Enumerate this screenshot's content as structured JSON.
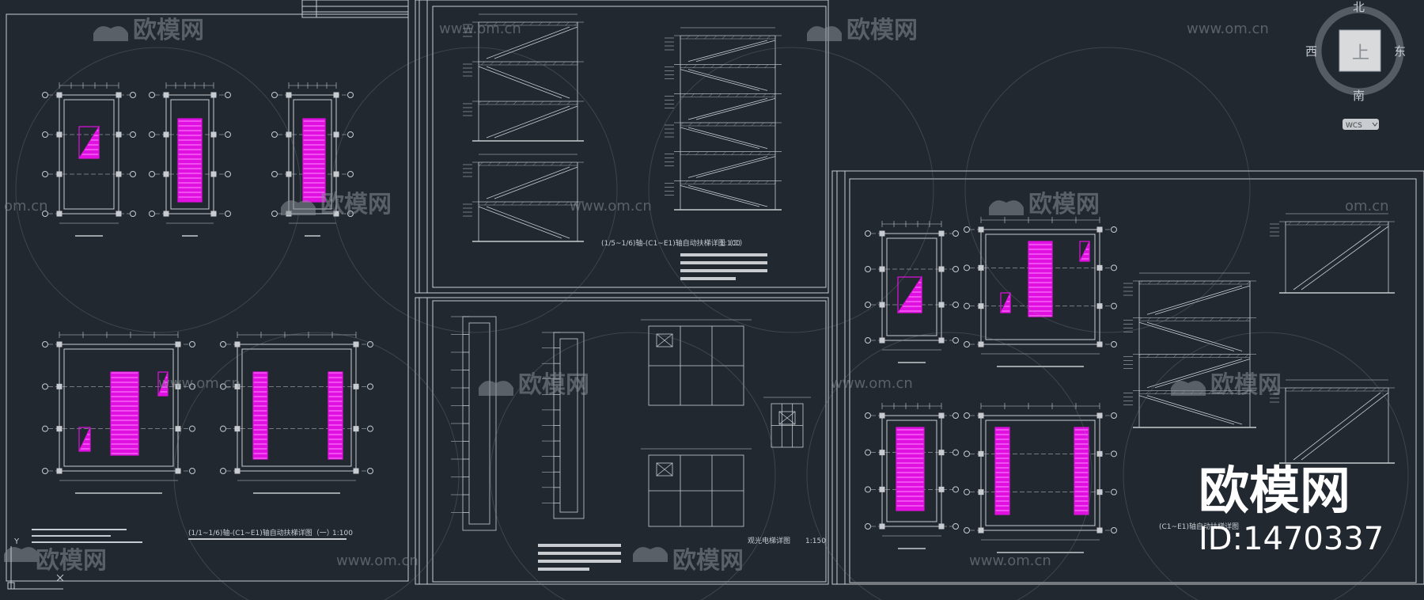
{
  "watermark": {
    "brand": "欧模网",
    "url": "www.om.cn",
    "url_partial": "om.cn",
    "big_brand": "欧模网",
    "id_label": "ID:1470337"
  },
  "viewcube": {
    "north": "北",
    "south": "南",
    "east": "东",
    "west": "西",
    "top": "上",
    "wcs": "WCS"
  },
  "ucs": {
    "y_label": "Y"
  },
  "drawing_titles": {
    "sheet1_title": "(1/1~1/6)轴-(C1~E1)轴自动扶梯详图（一）",
    "sheet1_scale": "1:100",
    "sheet2_title": "(1/5~1/6)轴-(C1~E1)轴自动扶梯详图（二）",
    "sheet2_scale": "1:100",
    "sheet3_title": "观光电梯详图",
    "sheet3_scale": "1:150",
    "sheet4_title": "(C1~E1)轴自动扶梯详图"
  },
  "colors": {
    "background": "#212830",
    "line": "#c8ccd0",
    "escalator": "#e010e0",
    "watermark": "#8a8f95"
  }
}
